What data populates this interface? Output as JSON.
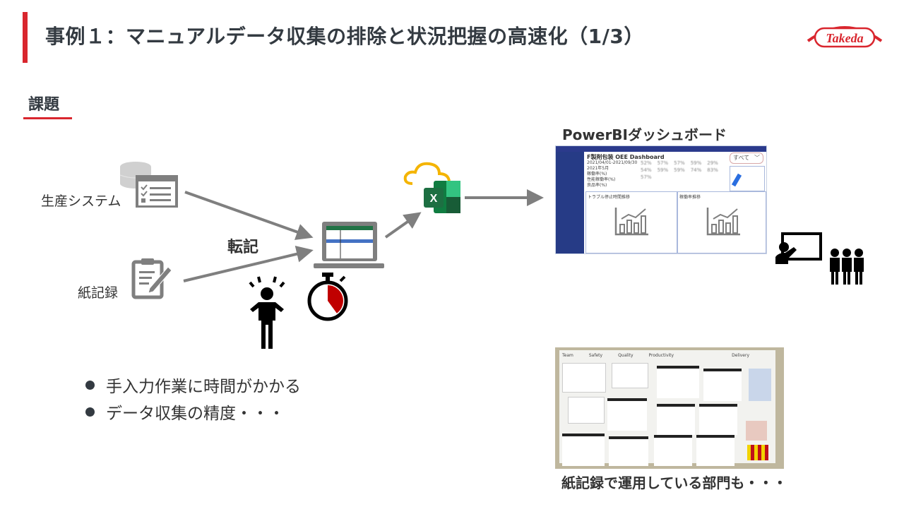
{
  "slide": {
    "title": "事例１：マニュアルデータ収集の排除と状況把握の高速化（1/3）",
    "logo_text": "Takeda",
    "section_heading": "課題",
    "accent_color": "#d9262e"
  },
  "flow": {
    "source_system_label": "生産システム",
    "paper_label": "紙記録",
    "transcription_label": "転記",
    "powerbi_title": "PowerBIダッシュボード",
    "excel_letter": "X",
    "stopwatch_progress": 0.4
  },
  "dashboard": {
    "title": "F製剤包装 OEE Dashboard",
    "dropdown_value": "すべて",
    "rows": [
      "2021/04/01-2021/09/30",
      "2021年5月",
      "稼働率(%)",
      "性能稼働率(%)",
      "良品率(%)"
    ],
    "values": [
      "52%",
      "57%",
      "57%",
      "59%",
      "29%",
      "54%",
      "59%",
      "59%",
      "74%",
      "83%",
      "57%"
    ],
    "chart_titles": [
      "トラブル停止時間推移",
      "稼働率推移"
    ]
  },
  "photo": {
    "board_labels": [
      "Team",
      "Safety",
      "Quality",
      "Productivity",
      "Delivery"
    ],
    "caption": "紙記録で運用している部門も・・・"
  },
  "issues": [
    "手入力作業に時間がかかる",
    "データ収集の精度・・・"
  ]
}
